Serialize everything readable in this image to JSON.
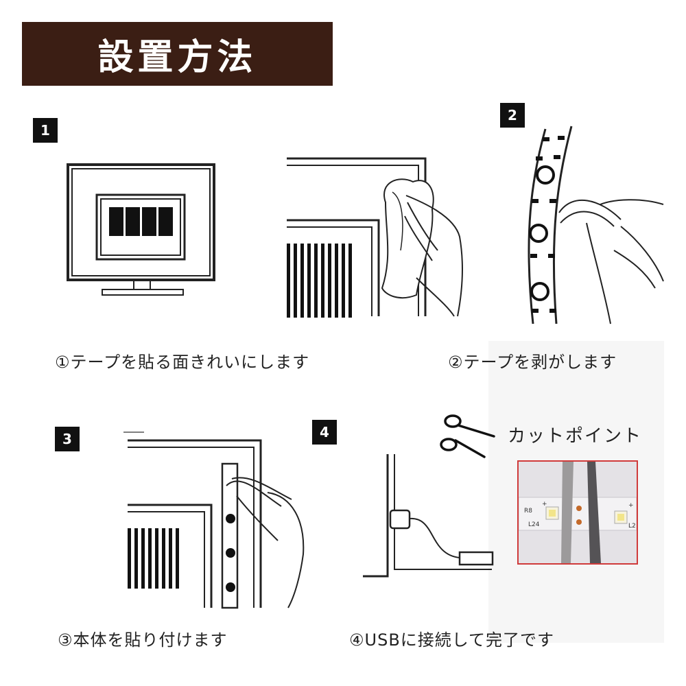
{
  "header": {
    "title": "設置方法"
  },
  "steps": [
    {
      "badge": "1",
      "caption": "①テープを貼る面きれいにします"
    },
    {
      "badge": "2",
      "caption": "②テープを剥がします"
    },
    {
      "badge": "3",
      "caption": "③本体を貼り付けます"
    },
    {
      "badge": "4",
      "caption": "④USBに接続して完了です"
    }
  ],
  "cut": {
    "label": "カットポイント",
    "photo_marks": [
      "R8",
      "L24",
      "+",
      "L2",
      "+"
    ]
  },
  "colors": {
    "banner": "#3b1e14",
    "photo_border": "#d03a3a"
  },
  "icons": [
    "tv-icon",
    "cloth-wipe-icon",
    "tape-peel-icon",
    "press-strip-icon",
    "usb-plug-icon",
    "scissors-icon"
  ]
}
